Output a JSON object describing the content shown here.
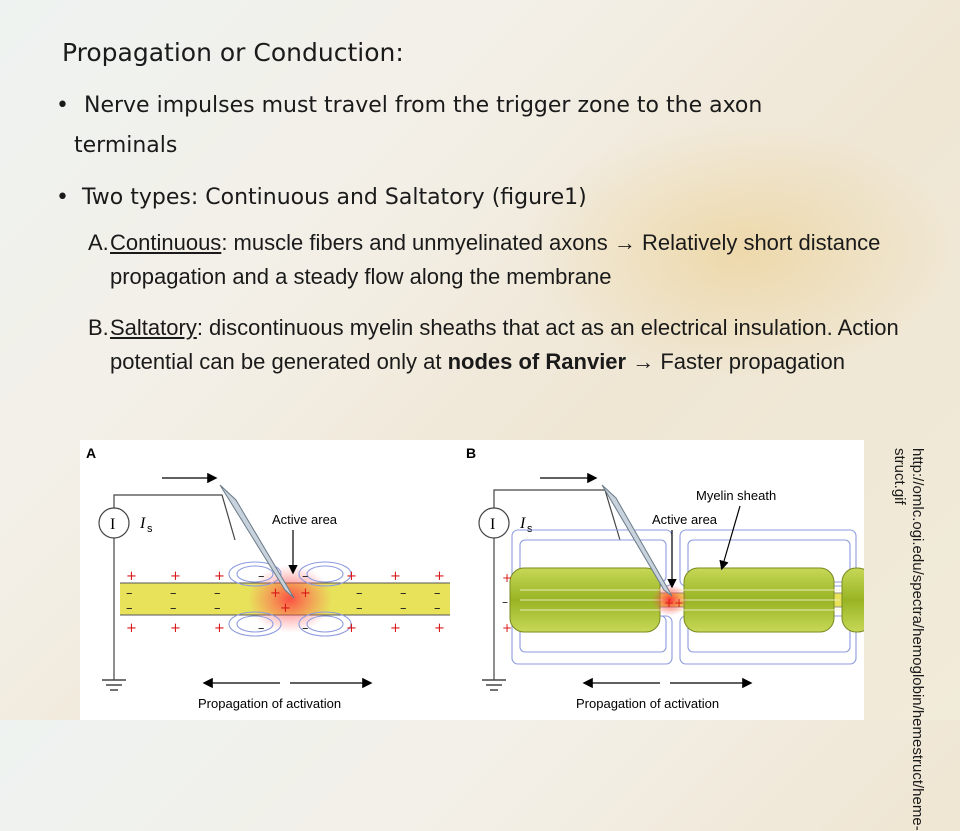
{
  "slide": {
    "title": "Propagation or Conduction:",
    "bullets": [
      {
        "line1": "Nerve impulses must travel from the trigger zone to the axon",
        "line2": "terminals"
      },
      {
        "text": "Two types: Continuous and Saltatory (figure1)"
      }
    ],
    "items": [
      {
        "label": "A.",
        "term": "Continuous",
        "text": ": muscle fibers and unmyelinated axons → Relatively short distance propagation and a steady flow along the membrane"
      },
      {
        "label": "B.",
        "term": "Saltatory",
        "text_before": ": discontinuous myelin sheaths that act as an electrical insulation. Action potential can be generated only at ",
        "bold1": "nodes of",
        "bold2": "Ranvier",
        "text_after": " → Faster propagation"
      }
    ]
  },
  "figure": {
    "panel_a": {
      "letter": "A",
      "meter": "I",
      "current": "I",
      "current_sub": "s",
      "active_label": "Active area",
      "bottom_label": "Propagation of activation"
    },
    "panel_b": {
      "letter": "B",
      "meter": "I",
      "current": "I",
      "current_sub": "s",
      "active_label": "Active area",
      "sheath_label": "Myelin sheath",
      "bottom_label": "Propagation of activation"
    },
    "signs": {
      "plus": "+",
      "minus": "–"
    }
  },
  "source_url": "http://omlc.ogi.edu/spectra/hemoglobin/hemestruct/heme-struct.gif",
  "colors": {
    "axon": "#e8e25a",
    "myelin": "#a9c233",
    "field": "#8d9bde",
    "plus": "#d81818",
    "active": "#ff5050"
  }
}
